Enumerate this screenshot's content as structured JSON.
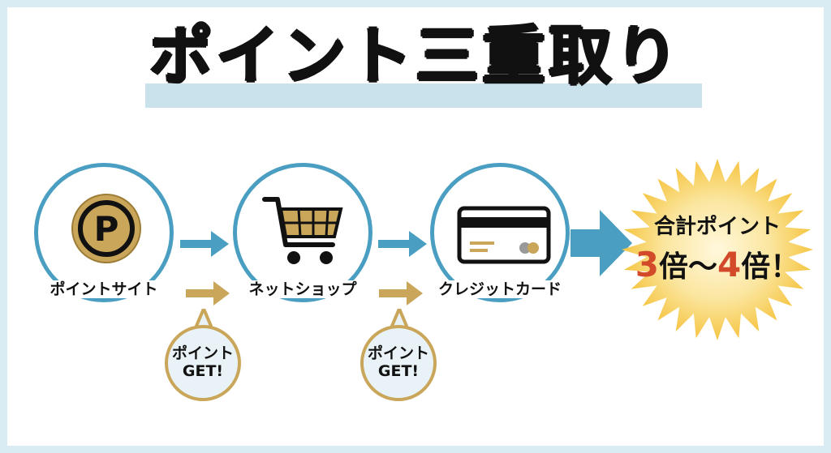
{
  "title": "ポイント三重取り",
  "steps": [
    {
      "label": "ポイントサイト",
      "icon": "point-coin-icon"
    },
    {
      "label": "ネットショップ",
      "icon": "shopping-cart-icon"
    },
    {
      "label": "クレジットカード",
      "icon": "credit-card-icon"
    }
  ],
  "bubbles": [
    {
      "line1": "ポイント",
      "line2": "GET!"
    },
    {
      "line1": "ポイント",
      "line2": "GET!"
    }
  ],
  "result": {
    "line1": "合計ポイント",
    "num1": "3",
    "text1": "倍〜",
    "num2": "4",
    "text2": "倍！"
  },
  "colors": {
    "frame": "#d9ecf4",
    "blue": "#4a9ec2",
    "gold": "#c9a659",
    "accent": "#d24a2a",
    "burst": "#f5c542"
  }
}
